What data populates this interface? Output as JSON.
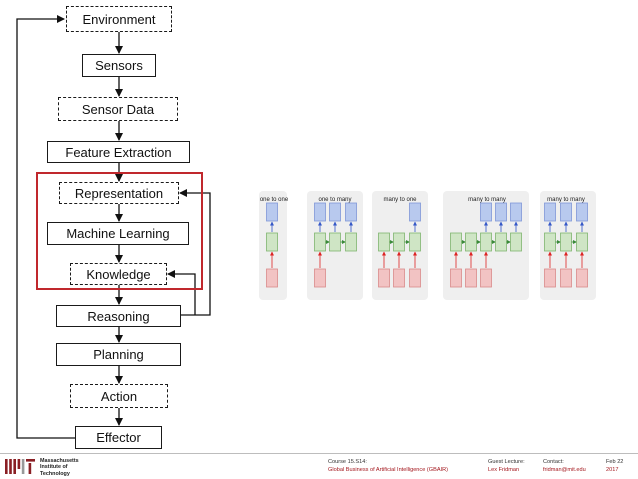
{
  "flow": {
    "environment": "Environment",
    "sensors": "Sensors",
    "sensor_data": "Sensor Data",
    "feature_extraction": "Feature Extraction",
    "representation": "Representation",
    "machine_learning": "Machine Learning",
    "knowledge": "Knowledge",
    "reasoning": "Reasoning",
    "planning": "Planning",
    "action": "Action",
    "effector": "Effector"
  },
  "rnn": {
    "panels": [
      "one to one",
      "one to many",
      "many to one",
      "many to many",
      "many to many"
    ],
    "colors": {
      "output": "#b8c9ee",
      "hidden": "#cfe5c5",
      "input": "#f2c3c3",
      "panel": "#efefef"
    }
  },
  "footer": {
    "logo_lines": [
      "Massachusetts",
      "Institute of",
      "Technology"
    ],
    "course_label": "Course 15.S14:",
    "course_name": "Global Business of Artificial Intelligence (GBAIR)",
    "lecture_label": "Guest Lecture:",
    "lecturer": "Lex Fridman",
    "contact_label": "Contact:",
    "contact": "fridman@mit.edu",
    "date_month": "Feb 22",
    "date_year": "2017"
  }
}
